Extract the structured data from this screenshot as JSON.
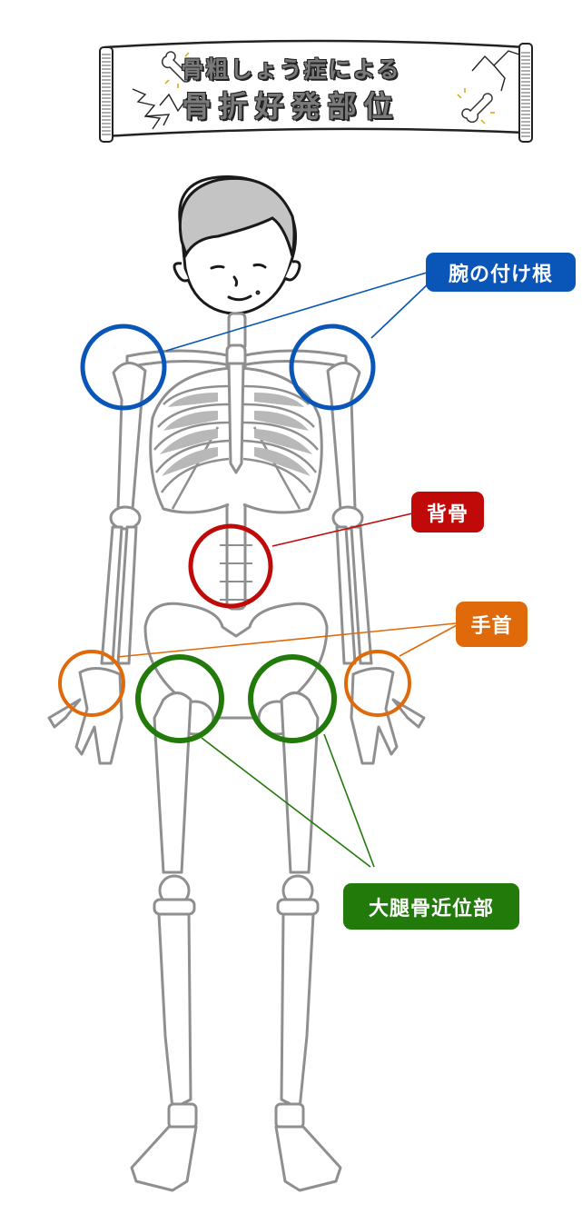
{
  "banner": {
    "line1": "骨粗しょう症による",
    "line2": "骨折好発部位"
  },
  "labels": {
    "shoulder": {
      "text": "腕の付け根",
      "color": "#0a55b8"
    },
    "spine": {
      "text": "背骨",
      "color": "#c00a0a"
    },
    "wrist": {
      "text": "手首",
      "color": "#e06a0a"
    },
    "femur": {
      "text": "大腿骨近位部",
      "color": "#217a0a"
    }
  },
  "colors": {
    "bone_outline": "#8f8f8f",
    "bone_fill": "#ffffff",
    "bone_shadow": "#b8b8b8",
    "hair": "#c4c4c4",
    "ink": "#1a1a1a"
  }
}
